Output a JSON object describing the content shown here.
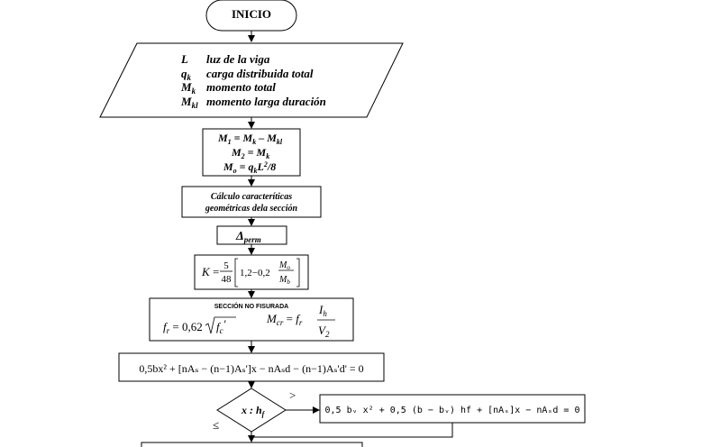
{
  "start": {
    "label": "INICIO"
  },
  "inputs": [
    {
      "symbol": "L",
      "sub": "",
      "desc": "luz de la viga"
    },
    {
      "symbol": "q",
      "sub": "k",
      "desc": "carga distribuida total"
    },
    {
      "symbol": "M",
      "sub": "k",
      "desc": "momento total"
    },
    {
      "symbol": "M",
      "sub": "kl",
      "desc": "momento larga duración"
    }
  ],
  "moments": {
    "m1": {
      "lhs": "M",
      "lhs_sub": "1",
      "rhs_a": "M",
      "rhs_a_sub": "k",
      "op": "–",
      "rhs_b": "M",
      "rhs_b_sub": "kl"
    },
    "m2": {
      "lhs": "M",
      "lhs_sub": "2",
      "rhs": "M",
      "rhs_sub": "k"
    },
    "mo": {
      "lhs": "M",
      "lhs_sub": "o",
      "rhs_q": "q",
      "rhs_q_sub": "k",
      "rhs_l": "L",
      "rhs_exp": "2",
      "rhs_div": "/8"
    }
  },
  "geometry": {
    "line1": "Cálculo caracteríticas",
    "line2": "geométricas dela sección"
  },
  "delta": {
    "symbol": "Δ",
    "sub": "perm"
  },
  "k_formula": {
    "lhs": "K",
    "num": "5",
    "den": "48",
    "a": "1,2",
    "minus": "−",
    "b": "0,2",
    "frac_num": "M",
    "frac_num_sub": "o",
    "frac_den": "M",
    "frac_den_sub": "b"
  },
  "no_cracked": {
    "title": "SECCIÓN NO FISURADA",
    "fr_lhs": "f",
    "fr_lhs_sub": "r",
    "fr_coef": "0,62",
    "fr_root": "f",
    "fr_root_sub": "c",
    "fr_prime": "'",
    "mcr_lhs": "M",
    "mcr_lhs_sub": "cr",
    "mcr_f": "f",
    "mcr_f_sub": "r",
    "mcr_num": "I",
    "mcr_num_sub": "h",
    "mcr_den": "V",
    "mcr_den_sub": "2"
  },
  "quadratic": {
    "text": "0,5bx² + [nAₛ − (n−1)Aₛ']x − nAₛd − (n−1)Aₛ'd' = 0"
  },
  "decision": {
    "label": "x : h",
    "label_sub": "f",
    "gt": ">",
    "le": "≤"
  },
  "t_section": {
    "text": "0,5 bᵥ x² + 0,5 (b − bᵥ) hf + [nAₛ]x − nAₛd = 0"
  }
}
